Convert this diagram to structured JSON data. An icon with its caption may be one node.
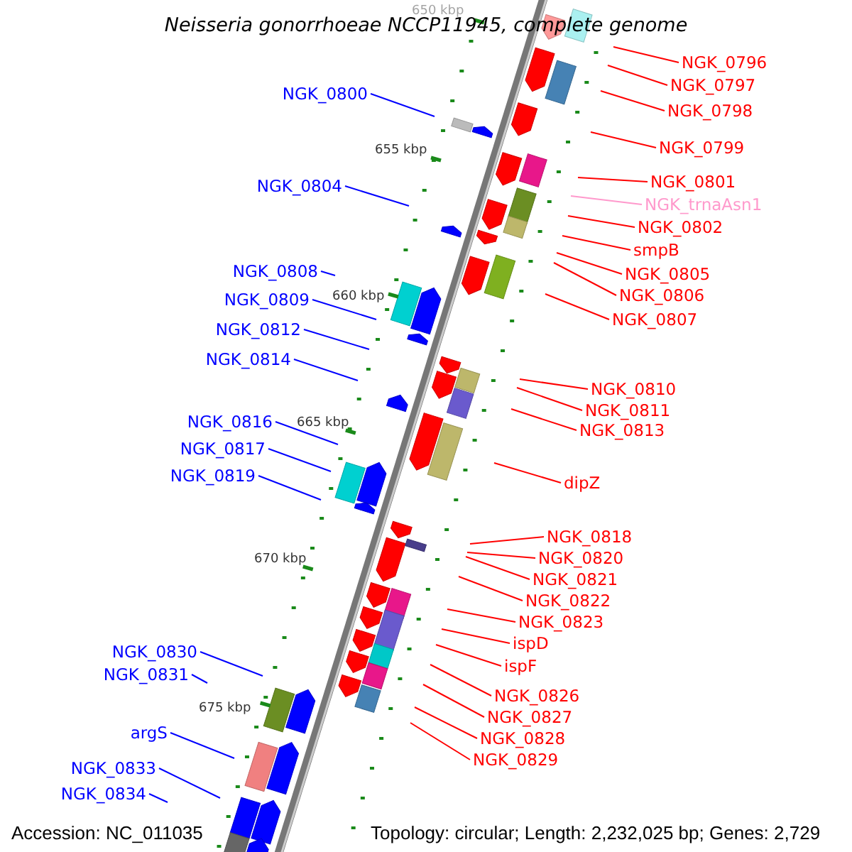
{
  "diagram": {
    "title": "Neisseria gonorrhoeae NCCP11945, complete genome",
    "nodes": [
      {
        "text": [
          "NGK_0796"
        ]
      },
      {
        "text": [
          "NGK_0797"
        ]
      },
      {
        "text": [
          "NGK_0798"
        ]
      },
      {
        "text": [
          "NGK_0799"
        ]
      },
      {
        "text": [
          "NGK_0801"
        ]
      },
      {
        "text": [
          "NGK_trnaAsn1"
        ]
      },
      {
        "text": [
          "NGK_0802"
        ]
      },
      {
        "text": [
          "smpB"
        ]
      },
      {
        "text": [
          "NGK_0805"
        ]
      },
      {
        "text": [
          "NGK_0806"
        ]
      },
      {
        "text": [
          "NGK_0807"
        ]
      },
      {
        "text": [
          "NGK_0810"
        ]
      },
      {
        "text": [
          "NGK_0811"
        ]
      },
      {
        "text": [
          "NGK_0813"
        ]
      },
      {
        "text": [
          "dipZ"
        ]
      },
      {
        "text": [
          "NGK_0818"
        ]
      },
      {
        "text": [
          "NGK_0820"
        ]
      },
      {
        "text": [
          "NGK_0821"
        ]
      },
      {
        "text": [
          "NGK_0822"
        ]
      },
      {
        "text": [
          "NGK_0823"
        ]
      },
      {
        "text": [
          "ispD"
        ]
      },
      {
        "text": [
          "ispF"
        ]
      },
      {
        "text": [
          "NGK_0826"
        ]
      },
      {
        "text": [
          "NGK_0827"
        ]
      },
      {
        "text": [
          "NGK_0828"
        ]
      },
      {
        "text": [
          "NGK_0829"
        ]
      },
      {
        "text": [
          "NGK_0800"
        ]
      },
      {
        "text": [
          "NGK_0804"
        ]
      },
      {
        "text": [
          "NGK_0808"
        ]
      },
      {
        "text": [
          "NGK_0809"
        ]
      },
      {
        "text": [
          "NGK_0812"
        ]
      },
      {
        "text": [
          "NGK_0814"
        ]
      },
      {
        "text": [
          "NGK_0816"
        ]
      },
      {
        "text": [
          "NGK_0817"
        ]
      },
      {
        "text": [
          "NGK_0819"
        ]
      },
      {
        "text": [
          "NGK_0830"
        ]
      },
      {
        "text": [
          "NGK_0831"
        ]
      },
      {
        "text": [
          "argS"
        ]
      },
      {
        "text": [
          "NGK_0833"
        ]
      },
      {
        "text": [
          "NGK_0834"
        ]
      }
    ],
    "edges": [
      {
        "from": 0,
        "to": null,
        "arrow": "none"
      },
      {
        "from": 1,
        "to": null,
        "arrow": "none"
      },
      {
        "from": 2,
        "to": null,
        "arrow": "none"
      },
      {
        "from": 3,
        "to": null,
        "arrow": "none"
      },
      {
        "from": 4,
        "to": null,
        "arrow": "none"
      },
      {
        "from": 5,
        "to": null,
        "arrow": "none",
        "color": "#ff99cc"
      },
      {
        "from": 6,
        "to": null,
        "arrow": "none"
      },
      {
        "from": 7,
        "to": null,
        "arrow": "none"
      },
      {
        "from": 8,
        "to": null,
        "arrow": "none"
      },
      {
        "from": 9,
        "to": null,
        "arrow": "none"
      },
      {
        "from": 10,
        "to": null,
        "arrow": "none"
      },
      {
        "from": 11,
        "to": null,
        "arrow": "none"
      },
      {
        "from": 12,
        "to": null,
        "arrow": "none"
      },
      {
        "from": 13,
        "to": null,
        "arrow": "none"
      },
      {
        "from": 14,
        "to": null,
        "arrow": "none"
      },
      {
        "from": 15,
        "to": null,
        "arrow": "none"
      },
      {
        "from": 16,
        "to": null,
        "arrow": "none"
      },
      {
        "from": 17,
        "to": null,
        "arrow": "none"
      },
      {
        "from": 18,
        "to": null,
        "arrow": "none"
      },
      {
        "from": 19,
        "to": null,
        "arrow": "none"
      },
      {
        "from": 20,
        "to": null,
        "arrow": "none"
      },
      {
        "from": 21,
        "to": null,
        "arrow": "none"
      },
      {
        "from": 22,
        "to": null,
        "arrow": "none"
      },
      {
        "from": 23,
        "to": null,
        "arrow": "none"
      },
      {
        "from": 24,
        "to": null,
        "arrow": "none"
      },
      {
        "from": 25,
        "to": null,
        "arrow": "none"
      },
      {
        "from": 26,
        "to": null,
        "arrow": "none",
        "color": "#0000ff"
      },
      {
        "from": 27,
        "to": null,
        "arrow": "none",
        "color": "#0000ff"
      },
      {
        "from": 28,
        "to": null,
        "arrow": "none",
        "color": "#0000ff"
      },
      {
        "from": 29,
        "to": null,
        "arrow": "none",
        "color": "#0000ff"
      },
      {
        "from": 30,
        "to": null,
        "arrow": "none",
        "color": "#0000ff"
      },
      {
        "from": 31,
        "to": null,
        "arrow": "none",
        "color": "#0000ff"
      },
      {
        "from": 32,
        "to": null,
        "arrow": "none",
        "color": "#0000ff"
      },
      {
        "from": 33,
        "to": null,
        "arrow": "none",
        "color": "#0000ff"
      },
      {
        "from": 34,
        "to": null,
        "arrow": "none",
        "color": "#0000ff"
      },
      {
        "from": 35,
        "to": null,
        "arrow": "none",
        "color": "#0000ff"
      },
      {
        "from": 36,
        "to": null,
        "arrow": "none",
        "color": "#0000ff"
      },
      {
        "from": 37,
        "to": null,
        "arrow": "none",
        "color": "#0000ff"
      },
      {
        "from": 38,
        "to": null,
        "arrow": "none",
        "color": "#0000ff"
      },
      {
        "from": 39,
        "to": null,
        "arrow": "none",
        "color": "#0000ff"
      }
    ],
    "labels": [
      "650 kbp",
      "655 kbp",
      "660 kbp",
      "665 kbp",
      "670 kbp",
      "675 kbp",
      "Accession: NC_011035",
      "Topology: circular; Length: 2,232,025 bp; Genes: 2,729"
    ]
  }
}
